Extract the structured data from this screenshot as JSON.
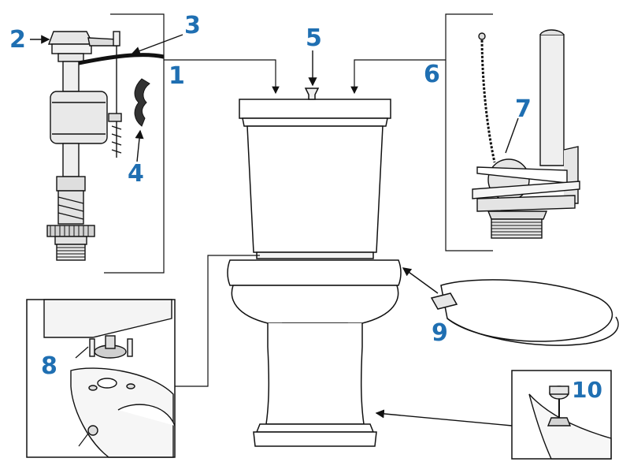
{
  "theme": {
    "label_color": "#1f6fb2",
    "line_color": "#111111",
    "fill_light": "#f3f3f3",
    "fill_mid": "#d9d9d9"
  },
  "callouts": [
    {
      "id": "1",
      "text": "1"
    },
    {
      "id": "2",
      "text": "2"
    },
    {
      "id": "3",
      "text": "3"
    },
    {
      "id": "4",
      "text": "4"
    },
    {
      "id": "5",
      "text": "5"
    },
    {
      "id": "6",
      "text": "6"
    },
    {
      "id": "7",
      "text": "7"
    },
    {
      "id": "8",
      "text": "8"
    },
    {
      "id": "9",
      "text": "9"
    },
    {
      "id": "10",
      "text": "10"
    }
  ],
  "icons": {
    "fill_valve": "fill-valve-icon",
    "flush_valve": "flush-valve-icon",
    "toilet": "toilet-icon",
    "seat": "toilet-seat-icon",
    "flapper": "flapper-icon",
    "bolt": "bolt-icon"
  }
}
